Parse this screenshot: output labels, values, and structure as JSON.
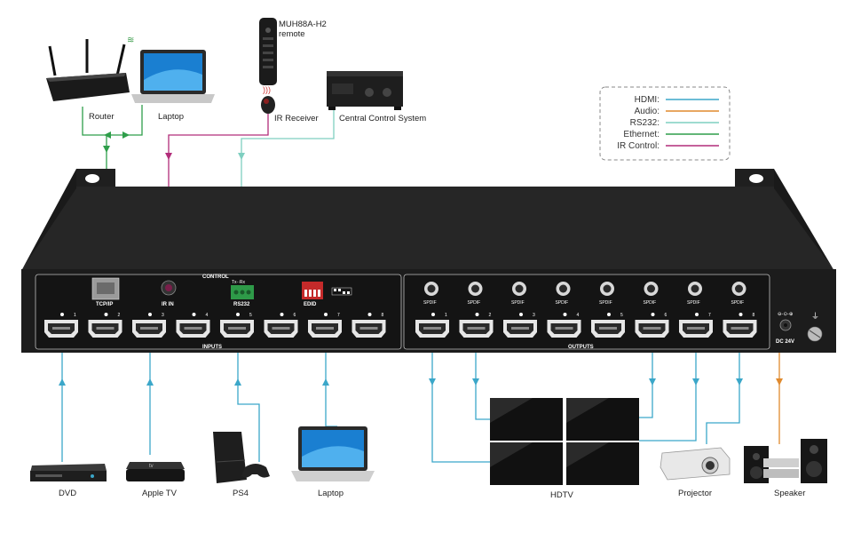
{
  "remote": {
    "model": "MUH88A-H2",
    "word": "remote"
  },
  "devices_top": {
    "router": "Router",
    "laptop": "Laptop",
    "ir_receiver": "IR Receiver",
    "central_control": "Central Control System"
  },
  "legend": [
    {
      "label": "HDMI:",
      "color": "#3ba7c9"
    },
    {
      "label": "Audio:",
      "color": "#e08a2e"
    },
    {
      "label": "RS232:",
      "color": "#7fcfc0"
    },
    {
      "label": "Ethernet:",
      "color": "#2e9e4a"
    },
    {
      "label": "IR Control:",
      "color": "#b22d7a"
    }
  ],
  "panel": {
    "control": "CONTROL",
    "inputs": "INPUTS",
    "outputs": "OUTPUTS",
    "tcpip": "TCP/IP",
    "irin": "IR IN",
    "rs232": "RS232",
    "txrx": "Tx··Rx",
    "edid": "EDID",
    "dc": "DC 24V",
    "spdif": "SPDIF",
    "port_numbers": [
      "1",
      "2",
      "3",
      "4",
      "5",
      "6",
      "7",
      "8"
    ]
  },
  "devices_bottom": {
    "dvd": "DVD",
    "appletv": "Apple TV",
    "ps4": "PS4",
    "laptop": "Laptop",
    "hdtv": "HDTV",
    "projector": "Projector",
    "speaker": "Speaker"
  }
}
